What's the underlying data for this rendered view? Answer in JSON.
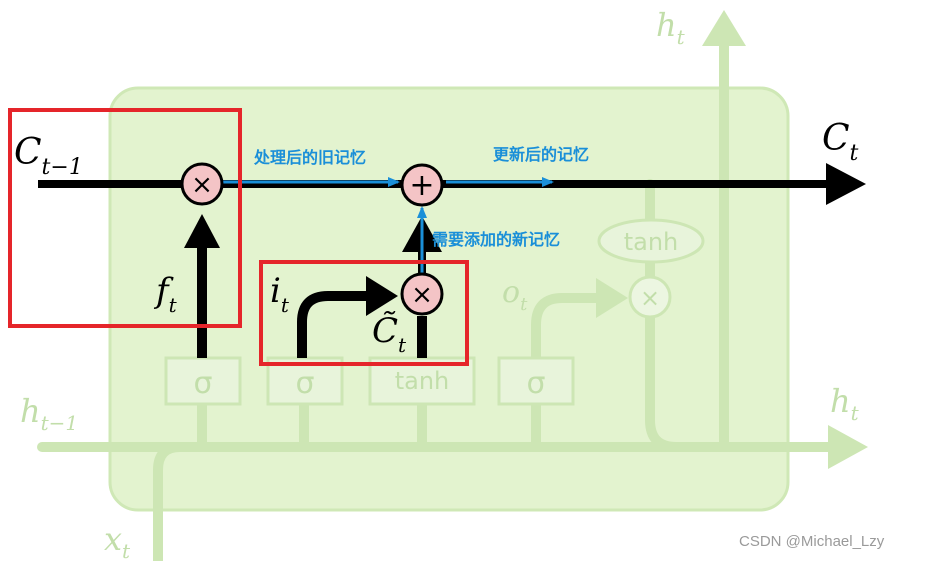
{
  "labels": {
    "c_prev": {
      "base": "C",
      "sub": "t−1"
    },
    "c_t": {
      "base": "C",
      "sub": "t"
    },
    "h_top": {
      "base": "h",
      "sub": "t"
    },
    "h_right": {
      "base": "h",
      "sub": "t"
    },
    "h_prev": {
      "base": "h",
      "sub": "t−1"
    },
    "x_t": {
      "base": "x",
      "sub": "t"
    },
    "f_t": {
      "base": "f",
      "sub": "t"
    },
    "i_t": {
      "base": "i",
      "sub": "t"
    },
    "o_t": {
      "base": "o",
      "sub": "t"
    },
    "c_tilde": {
      "base": "C̃",
      "sub": "t"
    }
  },
  "gates": {
    "sigma": "σ",
    "tanh": "tanh",
    "multiply": "×",
    "add": "+"
  },
  "annotations": {
    "old_memory": "处理后的旧记忆",
    "updated_memory": "更新后的记忆",
    "new_memory": "需要添加的新记忆"
  },
  "watermark": "CSDN @Michael_Lzy",
  "colors": {
    "cell_fill": "#e3f3cf",
    "cell_stroke": "#cfe8b6",
    "faded_line": "#cde6b4",
    "faded_text": "#c2deaa",
    "highlight_box": "#e5252a",
    "op_fill": "#f4c4c6",
    "annotation_arrow": "#1a8fd8",
    "main_line": "#000000"
  }
}
